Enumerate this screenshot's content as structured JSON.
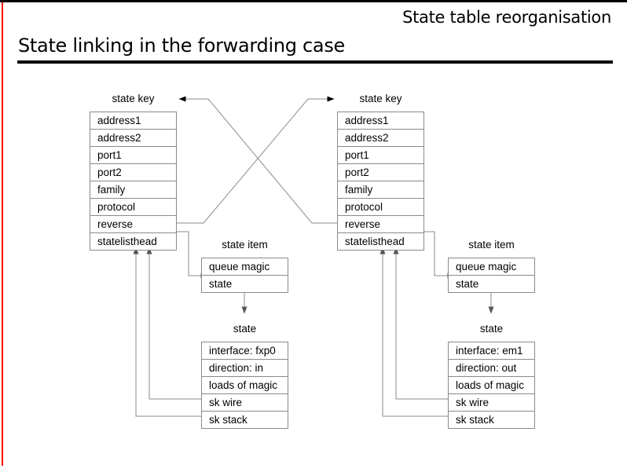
{
  "slide": {
    "kicker": "State table reorganisation",
    "title": "State linking in the forwarding case",
    "accent_red": "#ff0000",
    "rule_color": "#000000",
    "line_color": "#8a8a8a"
  },
  "diagram": {
    "type": "block-diagram",
    "captions": {
      "state_key_left": "state key",
      "state_key_right": "state key",
      "state_item_left": "state item",
      "state_item_right": "state item",
      "state_left": "state",
      "state_right": "state"
    },
    "state_key_left": {
      "caption": "state key",
      "rows": [
        "address1",
        "address2",
        "port1",
        "port2",
        "family",
        "protocol",
        "reverse",
        "statelisthead"
      ]
    },
    "state_key_right": {
      "caption": "state key",
      "rows": [
        "address1",
        "address2",
        "port1",
        "port2",
        "family",
        "protocol",
        "reverse",
        "statelisthead"
      ]
    },
    "state_item_left": {
      "caption": "state item",
      "rows": [
        "queue magic",
        "state"
      ]
    },
    "state_item_right": {
      "caption": "state item",
      "rows": [
        "queue magic",
        "state"
      ]
    },
    "state_left": {
      "caption": "state",
      "rows": [
        "interface: fxp0",
        "direction: in",
        "loads of magic",
        "sk wire",
        "sk stack"
      ]
    },
    "state_right": {
      "caption": "state",
      "rows": [
        "interface: em1",
        "direction: out",
        "loads of magic",
        "sk wire",
        "sk stack"
      ]
    },
    "connections": [
      {
        "name": "reverse-left-to-state-key-right",
        "from": "state_key_left.reverse",
        "to": "state_key_right.caption",
        "arrow": "right"
      },
      {
        "name": "reverse-right-to-state-key-left",
        "from": "state_key_right.reverse",
        "to": "state_key_left.caption",
        "arrow": "left"
      },
      {
        "name": "statelisthead-left-to-state-item-left",
        "from": "state_key_left.statelisthead",
        "to": "state_item_left",
        "arrow": "right"
      },
      {
        "name": "statelisthead-right-to-state-item-right",
        "from": "state_key_right.statelisthead",
        "to": "state_item_right",
        "arrow": "right"
      },
      {
        "name": "state-item-left-to-state-left",
        "from": "state_item_left.state",
        "to": "state_left",
        "arrow": "down"
      },
      {
        "name": "state-item-right-to-state-right",
        "from": "state_item_right.state",
        "to": "state_right",
        "arrow": "down"
      },
      {
        "name": "sk-wire-left-to-state-key-left",
        "from": "state_left.sk_wire",
        "to": "state_key_left.statelisthead",
        "arrow": "up"
      },
      {
        "name": "sk-stack-left-to-state-key-left",
        "from": "state_left.sk_stack",
        "to": "state_key_left.statelisthead",
        "arrow": "up"
      },
      {
        "name": "sk-wire-right-to-state-key-right",
        "from": "state_right.sk_wire",
        "to": "state_key_right.statelisthead",
        "arrow": "up"
      },
      {
        "name": "sk-stack-right-to-state-key-right",
        "from": "state_right.sk_stack",
        "to": "state_key_right.statelisthead",
        "arrow": "up"
      }
    ]
  }
}
